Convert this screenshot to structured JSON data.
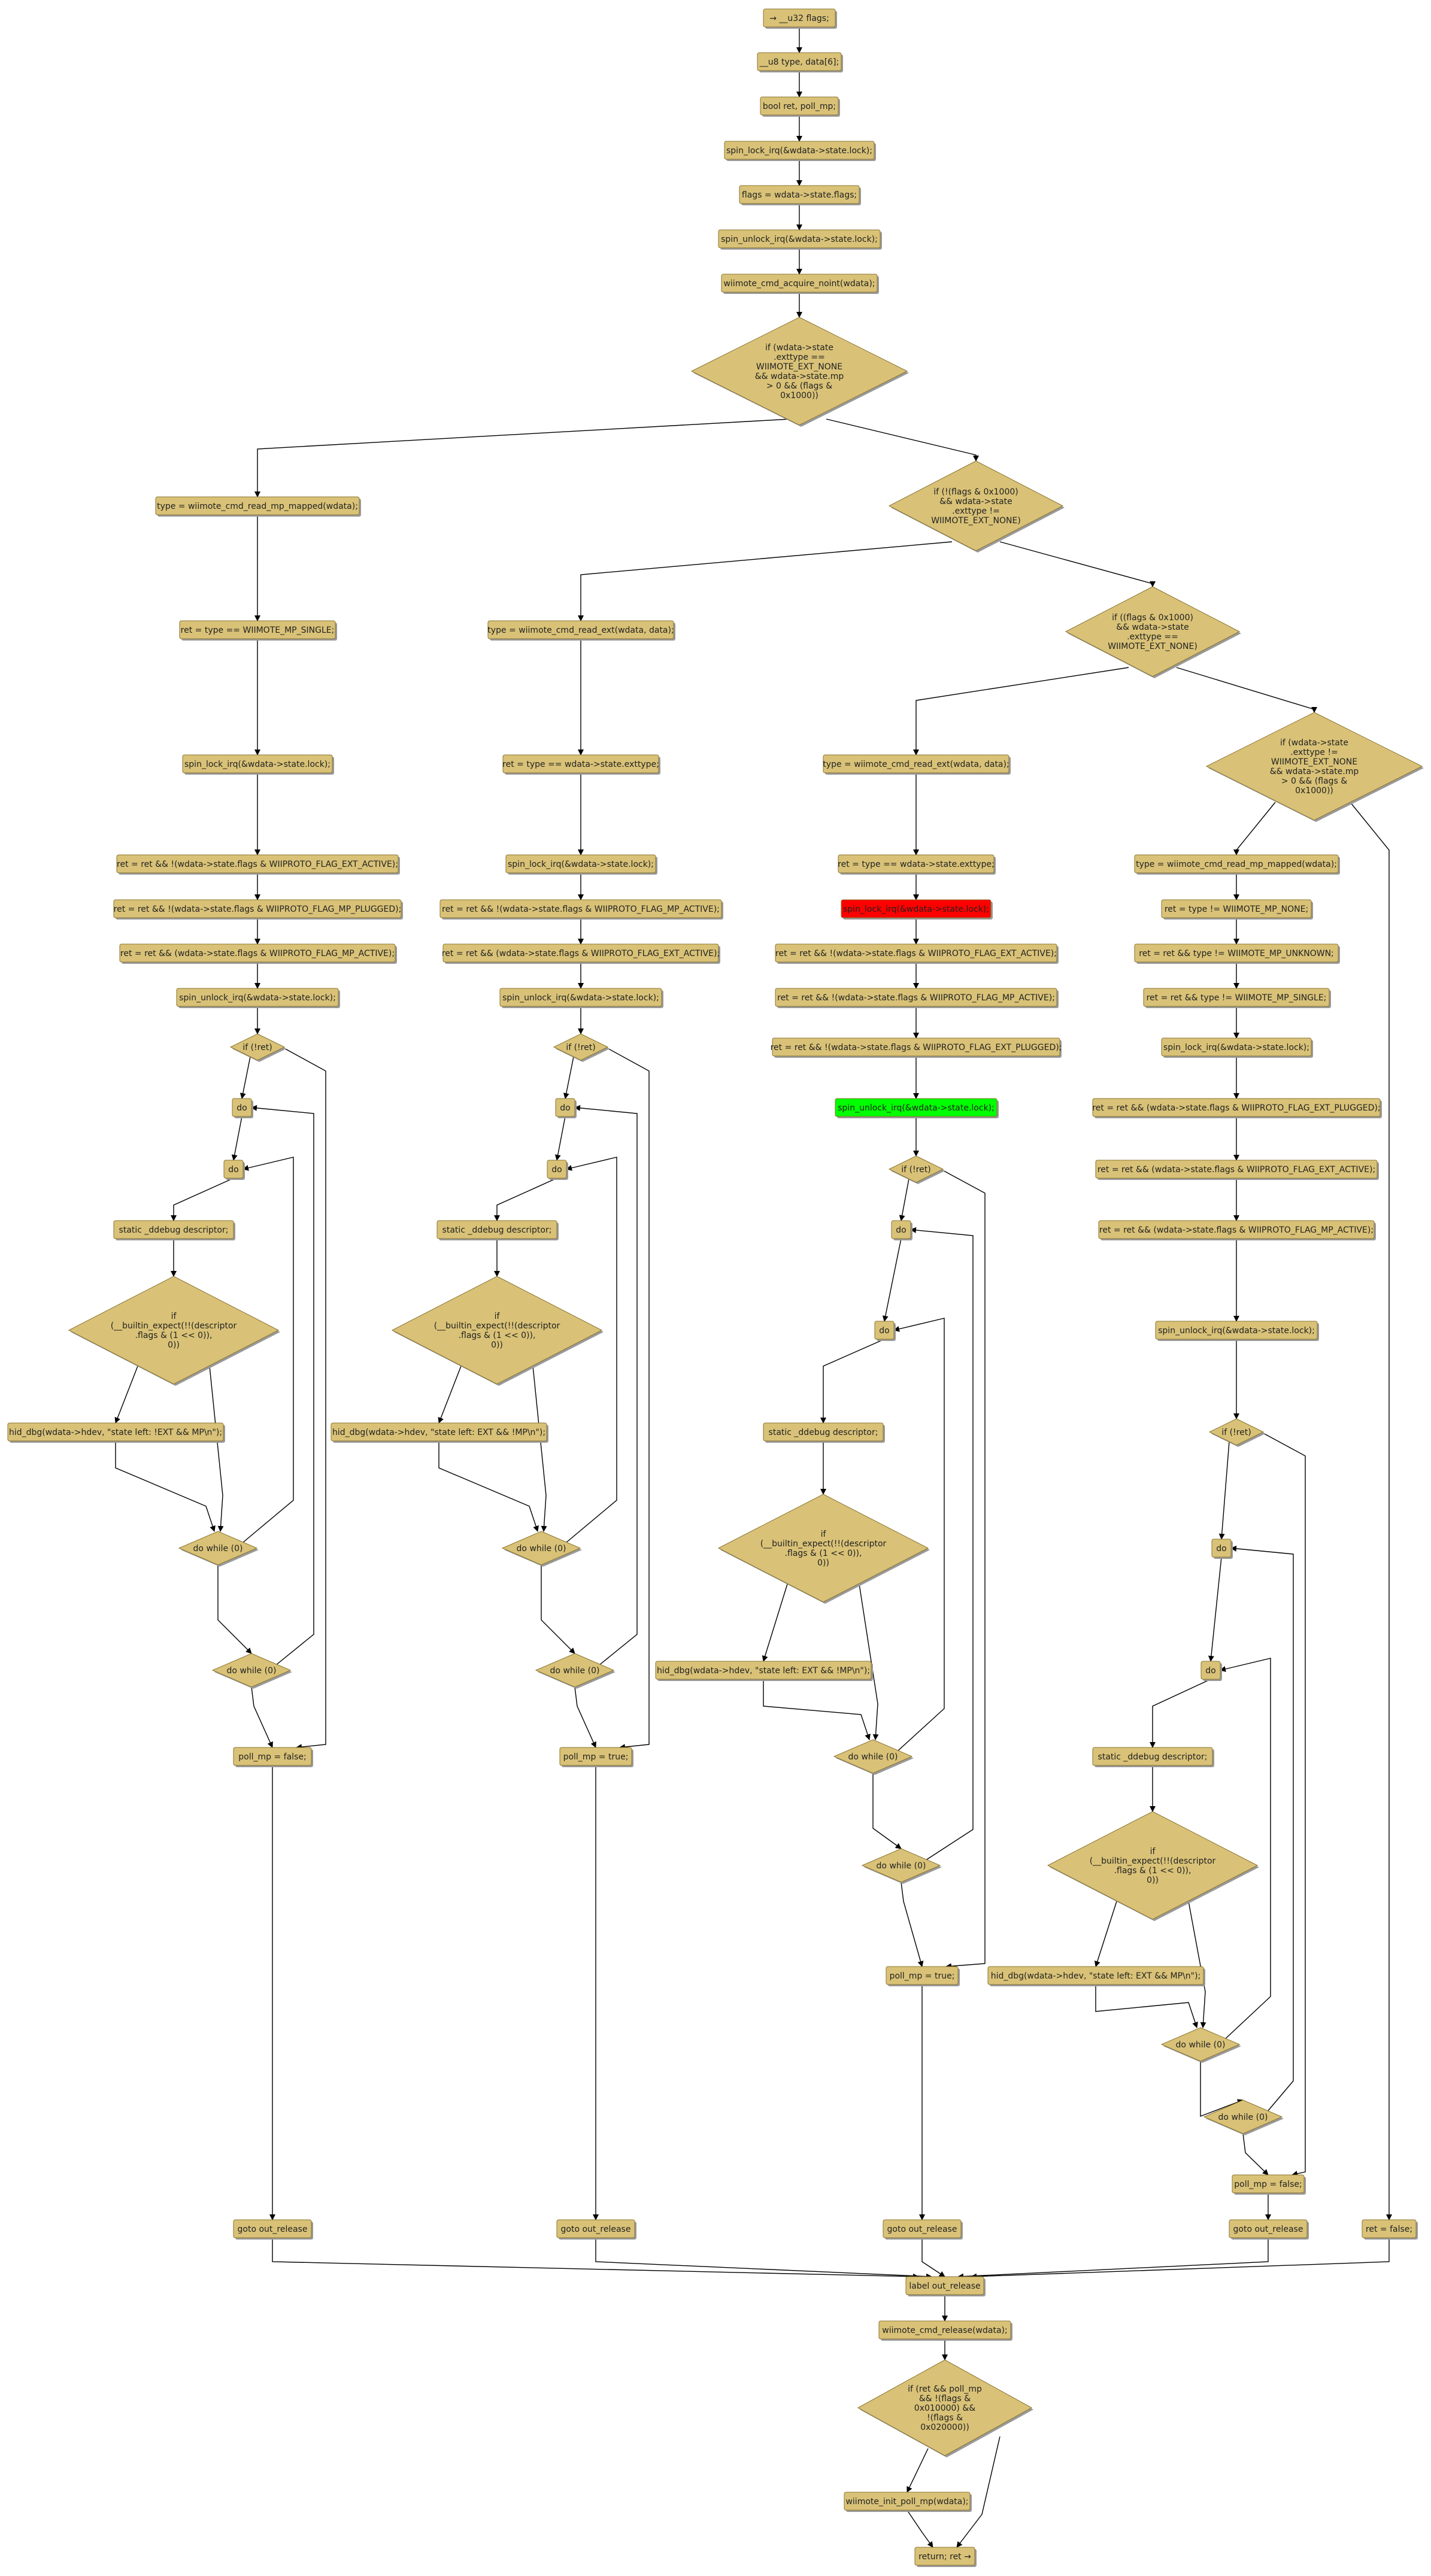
{
  "colors": {
    "node_fill": "#d9c277",
    "node_stroke": "#8a7430",
    "shadow": "#9a9a9a",
    "edge": "#000000",
    "highlight_red": "#ff0000",
    "highlight_green": "#00ff00"
  },
  "nodes": {
    "n_flags": "→ __u32 flags;",
    "n_type": "__u8 type, data[6];",
    "n_ret": "bool ret, poll_mp;",
    "n_lock1": "spin_lock_irq(&wdata->state.lock);",
    "n_flagsassign": "flags = wdata->state.flags;",
    "n_unlock1": "spin_unlock_irq(&wdata->state.lock);",
    "n_acquire": "wiimote_cmd_acquire_noint(wdata);",
    "d_if1": "if (wdata->state\n.exttype ==\nWIIMOTE_EXT_NONE\n&& wdata->state.mp\n> 0 && (flags &\n0x1000))",
    "d_if2": "if (!(flags & 0x1000)\n&& wdata->state\n.exttype !=\nWIIMOTE_EXT_NONE)",
    "d_if3": "if ((flags & 0x1000)\n&& wdata->state\n.exttype ==\nWIIMOTE_EXT_NONE)",
    "d_if4": "if (wdata->state\n.exttype !=\nWIIMOTE_EXT_NONE\n&& wdata->state.mp\n> 0 && (flags &\n0x1000))",
    "a_type": "type = wiimote_cmd_read_mp_mapped(wdata);",
    "a_ret": "ret = type == WIIMOTE_MP_SINGLE;",
    "a_lock": "spin_lock_irq(&wdata->state.lock);",
    "a_r1": "ret = ret && !(wdata->state.flags & WIIPROTO_FLAG_EXT_ACTIVE);",
    "a_r2": "ret = ret && !(wdata->state.flags & WIIPROTO_FLAG_MP_PLUGGED);",
    "a_r3": "ret = ret && (wdata->state.flags & WIIPROTO_FLAG_MP_ACTIVE);",
    "a_unlock": "spin_unlock_irq(&wdata->state.lock);",
    "a_ifret": "if (!ret)",
    "a_do1": "do",
    "a_do2": "do",
    "a_static": "static _ddebug descriptor;",
    "a_ifd": "if\n(__builtin_expect(!!(descriptor\n.flags & (1 << 0)),\n0))",
    "a_hid": "hid_dbg(wdata->hdev, \"state left: !EXT && MP\\n\");",
    "a_while1": "do while (0)",
    "a_while2": "do while (0)",
    "a_poll": "poll_mp = false;",
    "a_goto": "goto out_release",
    "b_type": "type = wiimote_cmd_read_ext(wdata, data);",
    "b_ret": "ret = type == wdata->state.exttype;",
    "b_lock": "spin_lock_irq(&wdata->state.lock);",
    "b_r1": "ret = ret && !(wdata->state.flags & WIIPROTO_FLAG_MP_ACTIVE);",
    "b_r2": "ret = ret && (wdata->state.flags & WIIPROTO_FLAG_EXT_ACTIVE);",
    "b_unlock": "spin_unlock_irq(&wdata->state.lock);",
    "b_ifret": "if (!ret)",
    "b_do1": "do",
    "b_do2": "do",
    "b_static": "static _ddebug descriptor;",
    "b_ifd": "if\n(__builtin_expect(!!(descriptor\n.flags & (1 << 0)),\n0))",
    "b_hid": "hid_dbg(wdata->hdev, \"state left: EXT && !MP\\n\");",
    "b_while1": "do while (0)",
    "b_while2": "do while (0)",
    "b_poll": "poll_mp = true;",
    "b_goto": "goto out_release",
    "c_type": "type = wiimote_cmd_read_ext(wdata, data);",
    "c_ret": "ret = type == wdata->state.exttype;",
    "c_lock": "spin_lock_irq(&wdata->state.lock);",
    "c_r1": "ret = ret && !(wdata->state.flags & WIIPROTO_FLAG_EXT_ACTIVE);",
    "c_r2": "ret = ret && !(wdata->state.flags & WIIPROTO_FLAG_MP_ACTIVE);",
    "c_r3": "ret = ret && !(wdata->state.flags & WIIPROTO_FLAG_EXT_PLUGGED);",
    "c_unlock": "spin_unlock_irq(&wdata->state.lock);",
    "c_ifret": "if (!ret)",
    "c_do1": "do",
    "c_do2": "do",
    "c_static": "static _ddebug descriptor;",
    "c_ifd": "if\n(__builtin_expect(!!(descriptor\n.flags & (1 << 0)),\n0))",
    "c_hid": "hid_dbg(wdata->hdev, \"state left: EXT && !MP\\n\");",
    "c_while1": "do while (0)",
    "c_while2": "do while (0)",
    "c_poll": "poll_mp = true;",
    "c_goto": "goto out_release",
    "d_type": "type = wiimote_cmd_read_mp_mapped(wdata);",
    "d_r1": "ret = type != WIIMOTE_MP_NONE;",
    "d_r2": "ret = ret && type != WIIMOTE_MP_UNKNOWN;",
    "d_r3": "ret = ret && type != WIIMOTE_MP_SINGLE;",
    "d_lock": "spin_lock_irq(&wdata->state.lock);",
    "d_r4": "ret = ret && (wdata->state.flags & WIIPROTO_FLAG_EXT_PLUGGED);",
    "d_r5": "ret = ret && (wdata->state.flags & WIIPROTO_FLAG_EXT_ACTIVE);",
    "d_r6": "ret = ret && (wdata->state.flags & WIIPROTO_FLAG_MP_ACTIVE);",
    "d_unlock": "spin_unlock_irq(&wdata->state.lock);",
    "d_ifret": "if (!ret)",
    "d_do1": "do",
    "d_do2": "do",
    "d_static": "static _ddebug descriptor;",
    "d_ifd": "if\n(__builtin_expect(!!(descriptor\n.flags & (1 << 0)),\n0))",
    "d_hid": "hid_dbg(wdata->hdev, \"state left: EXT && MP\\n\");",
    "d_while1": "do while (0)",
    "d_while2": "do while (0)",
    "d_poll": "poll_mp = false;",
    "d_goto": "goto out_release",
    "e_retfalse": "ret = false;",
    "f_label": "label out_release",
    "f_release": "wiimote_cmd_release(wdata);",
    "f_if": "if (ret && poll_mp\n&& !(flags &\n0x010000) &&\n!(flags &\n0x020000))",
    "f_init": "wiimote_init_poll_mp(wdata);",
    "f_return": "return; ret →"
  }
}
